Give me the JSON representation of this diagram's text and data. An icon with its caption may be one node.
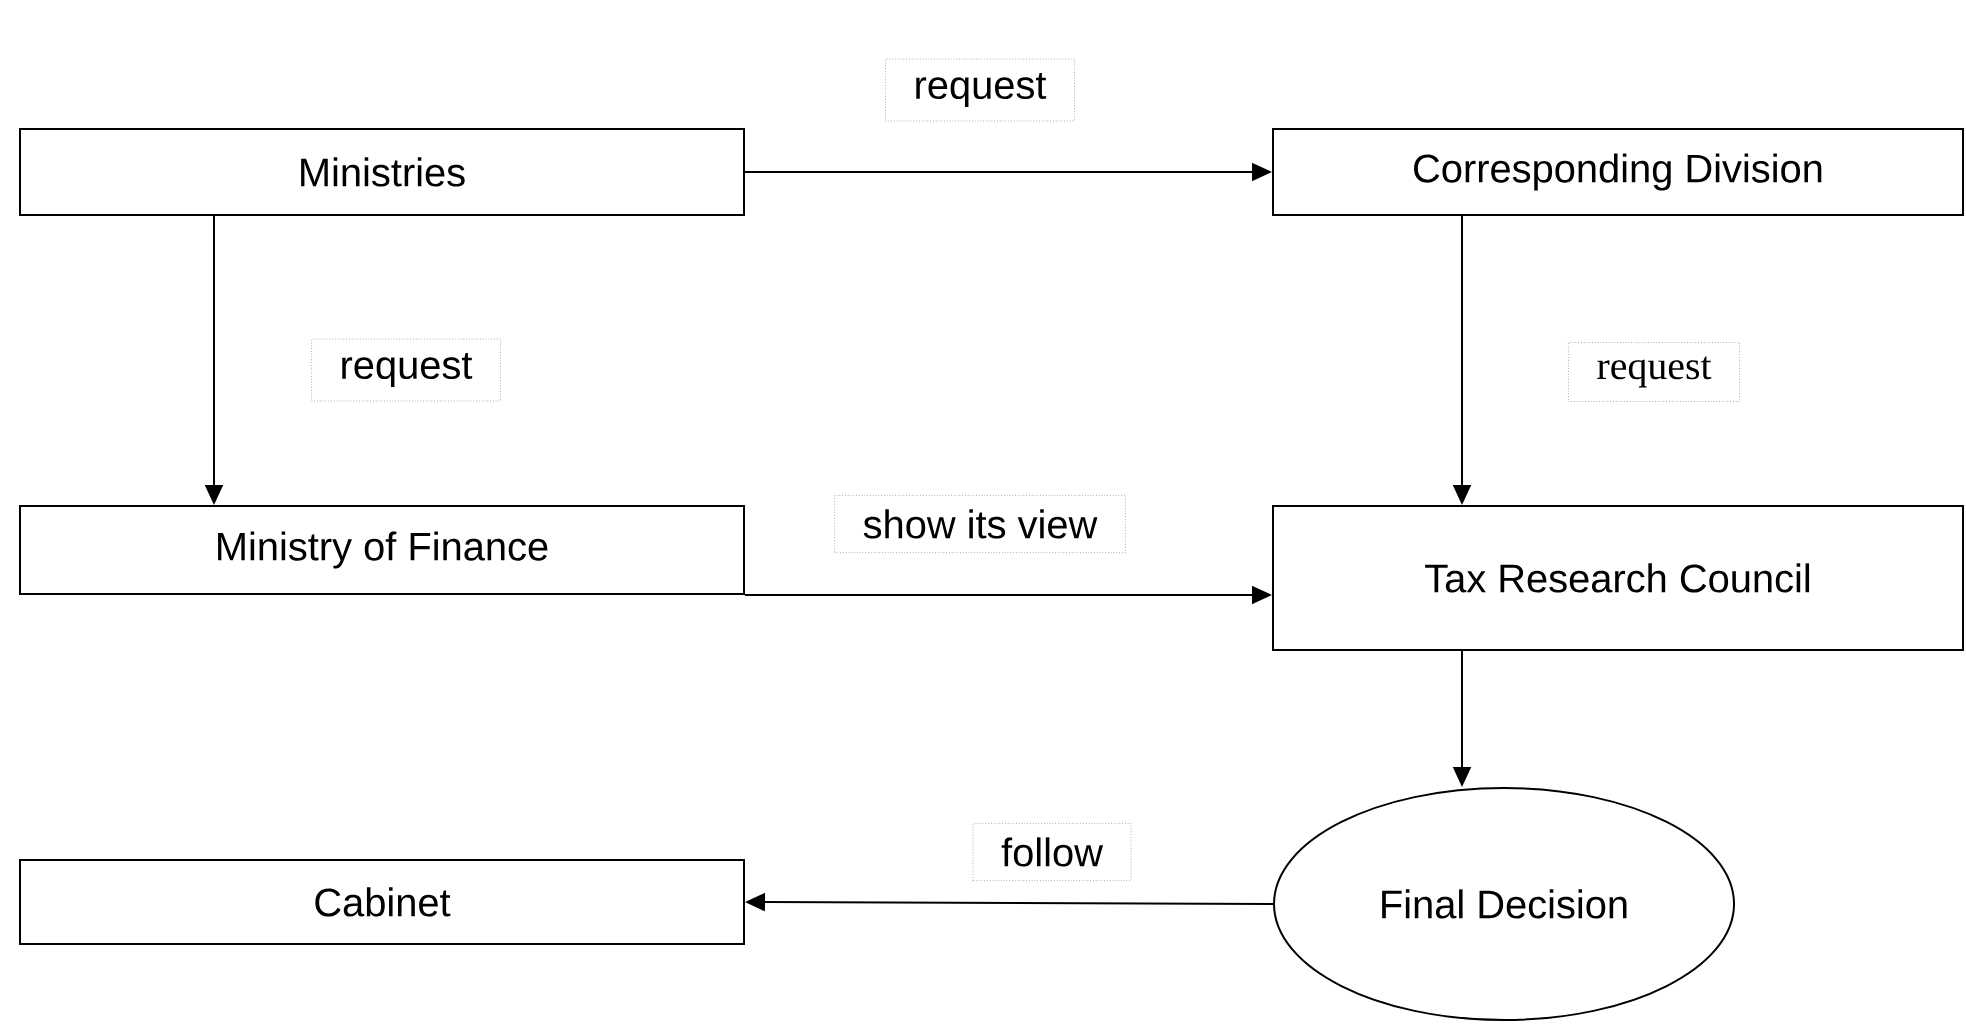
{
  "diagram": {
    "nodes": [
      {
        "text": [
          "Ministries"
        ]
      },
      {
        "text": [
          "Corresponding Division"
        ]
      },
      {
        "text": [
          "Ministry of Finance"
        ]
      },
      {
        "text": [
          "Tax Research Council"
        ]
      },
      {
        "text": [
          "Final Decision"
        ]
      },
      {
        "text": [
          "Cabinet"
        ]
      }
    ],
    "edges": [
      {
        "from": 0,
        "to": 1,
        "arrow": "to",
        "label": "request"
      },
      {
        "from": 0,
        "to": 2,
        "arrow": "to",
        "label": "request"
      },
      {
        "from": 1,
        "to": 3,
        "arrow": "to",
        "label": "request"
      },
      {
        "from": 2,
        "to": 3,
        "arrow": "to",
        "label": "show its view"
      },
      {
        "from": 3,
        "to": 4,
        "arrow": "to"
      },
      {
        "from": 4,
        "to": 5,
        "arrow": "to",
        "label": "follow"
      }
    ]
  }
}
